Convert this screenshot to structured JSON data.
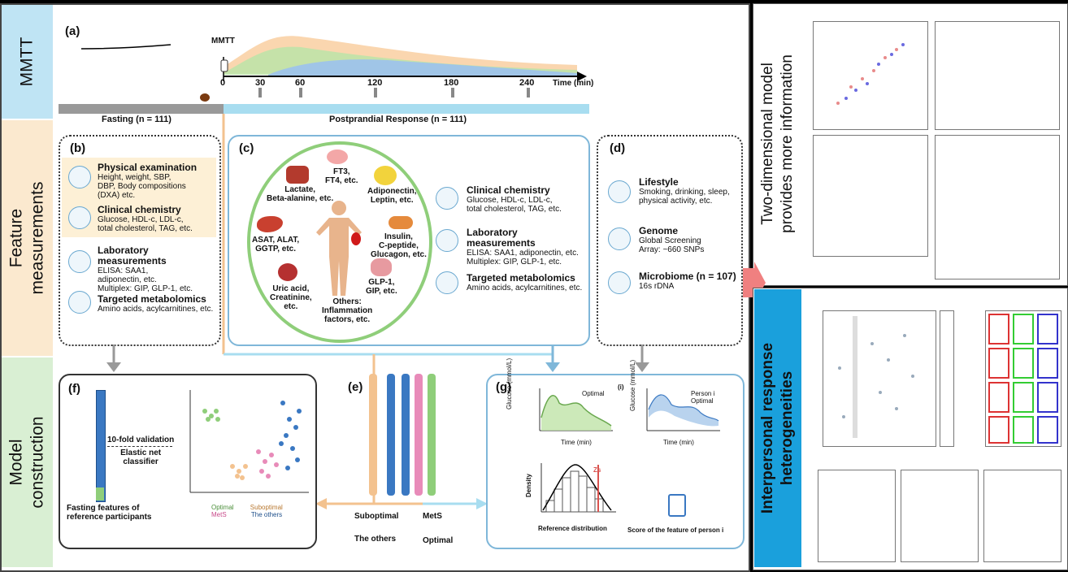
{
  "left_bands": {
    "mmtt": "MMTT",
    "feature": [
      "Feature",
      "measurements"
    ],
    "model": [
      "Model",
      "construction"
    ]
  },
  "panel_a": {
    "label": "(a)",
    "mmtt_label": "MMTT",
    "time_ticks": [
      "0",
      "30",
      "60",
      "120",
      "180",
      "240"
    ],
    "time_unit": "Time (min)",
    "fasting_bar": "Fasting (n = 111)",
    "postprandial_bar": "Postprandial Response (n = 111)"
  },
  "panel_b": {
    "label": "(b)",
    "items": [
      {
        "title": "Physical examination",
        "lines": [
          "Height, weight, SBP,",
          "DBP, Body compositions",
          "(DXA) etc."
        ]
      },
      {
        "title": "Clinical chemistry",
        "lines": [
          "Glucose, HDL-c, LDL-c,",
          "total cholesterol, TAG, etc."
        ]
      },
      {
        "title": "Laboratory measurements",
        "lines": [
          "ELISA: SAA1,",
          "adiponectin, etc.",
          "Multiplex: GIP, GLP-1, etc."
        ]
      },
      {
        "title": "Targeted metabolomics",
        "lines": [
          "Amino acids, acylcarnitines, etc."
        ]
      }
    ]
  },
  "panel_c": {
    "label": "(c)",
    "organs": [
      {
        "lines": [
          "FT3,",
          "FT4, etc."
        ]
      },
      {
        "lines": [
          "Lactate,",
          "Beta-alanine, etc."
        ]
      },
      {
        "lines": [
          "Adiponectin,",
          "Leptin, etc."
        ]
      },
      {
        "lines": [
          "ASAT, ALAT,",
          "GGTP, etc."
        ]
      },
      {
        "lines": [
          "Insulin,",
          "C-peptide,",
          "Glucagon, etc."
        ]
      },
      {
        "lines": [
          "Uric acid,",
          "Creatinine,",
          "etc."
        ]
      },
      {
        "lines": [
          "Others:",
          "Inflammation",
          "factors, etc."
        ]
      },
      {
        "lines": [
          "GLP-1,",
          "GIP, etc."
        ]
      }
    ],
    "items": [
      {
        "title": "Clinical chemistry",
        "lines": [
          "Glucose, HDL-c, LDL-c,",
          "total cholesterol, TAG, etc."
        ]
      },
      {
        "title": "Laboratory measurements",
        "lines": [
          "ELISA: SAA1, adiponectin, etc.",
          "Multiplex: GIP, GLP-1, etc."
        ]
      },
      {
        "title": "Targeted metabolomics",
        "lines": [
          "Amino acids, acylcarnitines, etc."
        ]
      }
    ]
  },
  "panel_d": {
    "label": "(d)",
    "items": [
      {
        "title": "Lifestyle",
        "lines": [
          "Smoking, drinking, sleep,",
          "physical activity, etc."
        ]
      },
      {
        "title": "Genome",
        "lines": [
          "Global Screening",
          "Array: ~660 SNPs"
        ]
      },
      {
        "title": "Microbiome (n = 107)",
        "lines": [
          "16s rDNA"
        ]
      }
    ]
  },
  "panel_e": {
    "label": "(e)",
    "groups": [
      "Suboptimal",
      "MetS",
      "The others",
      "Optimal"
    ]
  },
  "panel_f": {
    "label": "(f)",
    "arrow_text": [
      "10-fold validation",
      "Elastic net",
      "classifier"
    ],
    "bottom_text": [
      "Fasting features of",
      "reference participants"
    ],
    "legend": [
      "Optimal",
      "Suboptimal",
      "MetS",
      "The others"
    ]
  },
  "panel_g": {
    "label": "(g)",
    "sub_label": "(i)",
    "y1": "Glucose (mmol/L)",
    "x1": "Time (min)",
    "leg1": "Optimal",
    "y2": "Glucose (mmol/L)",
    "x2": "Time (min)",
    "leg2": [
      "Person i",
      "Optimal"
    ],
    "density_y": "Density",
    "ref_dist": "Reference distribution",
    "zscore": "Zs",
    "person_score": "Score of the feature of person i"
  },
  "right_top": {
    "title": [
      "Two-dimensional  model",
      "provides more information"
    ]
  },
  "right_bottom": {
    "title": [
      "Interpersonal response",
      "heterogeneities"
    ]
  },
  "colors": {
    "green": "#8fce7a",
    "orange": "#f3c28f",
    "pink": "#e88bb9",
    "blue": "#3a78c2",
    "light_blue": "#a8ddf0",
    "cream": "#fdf0d6",
    "arrow_red": "#f08080"
  }
}
